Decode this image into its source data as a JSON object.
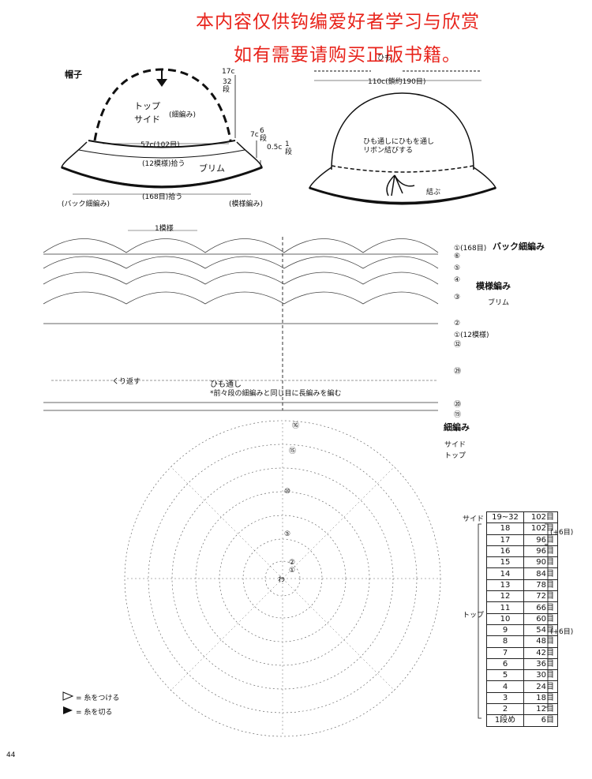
{
  "watermark": {
    "line1": "本内容仅供钩编爱好者学习与欣赏",
    "line2": "如有需要请购买正版书籍。"
  },
  "hat_diagram": {
    "title": "帽子",
    "top_side": "トップ\nサイド",
    "fine_st": "(細編み)",
    "brim": "ブリム",
    "height_top": "17c",
    "rows_32": "32\n段",
    "width_57": "57c(102目)",
    "pickup_12": "(12模様)拾う",
    "brim_height": "7c",
    "rows_6": "6\n段",
    "edge_05": "0.5c",
    "rows_1": "1\n段",
    "pickup_168": "(168目)拾う",
    "back_fine": "(バック細編み)",
    "pattern_st": "(模様編み)"
  },
  "string_diagram": {
    "label": "ひも",
    "length": "110c(鎖約190目)",
    "note": "ひも通しにひもを通し\nリボン結びする",
    "tie": "結ぶ"
  },
  "chart": {
    "one_pattern": "1模様",
    "repeat": "くり返す",
    "threading": "ひも通し",
    "threading_note": "*前々段の細編みと同じ目に長編みを編む",
    "row_labels": [
      "①(168目)",
      "⑥",
      "⑤",
      "④",
      "③",
      "②",
      "①(12模様)",
      "㉜",
      "㉙",
      "⑳",
      "⑲"
    ],
    "back_fine_label": "バック細編み",
    "pattern_label": "模様編み",
    "brim_label": "ブリム",
    "fine_label": "細編み",
    "side_label": "サイド",
    "top_label": "トップ",
    "center_marks": [
      "⑯",
      "⑮",
      "⑩",
      "⑤",
      "②",
      "①",
      "わ"
    ]
  },
  "legend": {
    "attach": "= 糸をつける",
    "cut": "= 糸を切る"
  },
  "page_number": "44",
  "stitch_table": {
    "side_label": "サイド",
    "top_label": "トップ",
    "increase_side": "(+6目)",
    "increase_top": "(+6目)",
    "rows": [
      {
        "row": "19~32",
        "count": "102目"
      },
      {
        "row": "18",
        "count": "102目"
      },
      {
        "row": "17",
        "count": "96目"
      },
      {
        "row": "16",
        "count": "96目"
      },
      {
        "row": "15",
        "count": "90目"
      },
      {
        "row": "14",
        "count": "84目"
      },
      {
        "row": "13",
        "count": "78目"
      },
      {
        "row": "12",
        "count": "72目"
      },
      {
        "row": "11",
        "count": "66目"
      },
      {
        "row": "10",
        "count": "60目"
      },
      {
        "row": "9",
        "count": "54目"
      },
      {
        "row": "8",
        "count": "48目"
      },
      {
        "row": "7",
        "count": "42目"
      },
      {
        "row": "6",
        "count": "36目"
      },
      {
        "row": "5",
        "count": "30目"
      },
      {
        "row": "4",
        "count": "24目"
      },
      {
        "row": "3",
        "count": "18目"
      },
      {
        "row": "2",
        "count": "12目"
      },
      {
        "row": "1段め",
        "count": "6目"
      }
    ]
  }
}
